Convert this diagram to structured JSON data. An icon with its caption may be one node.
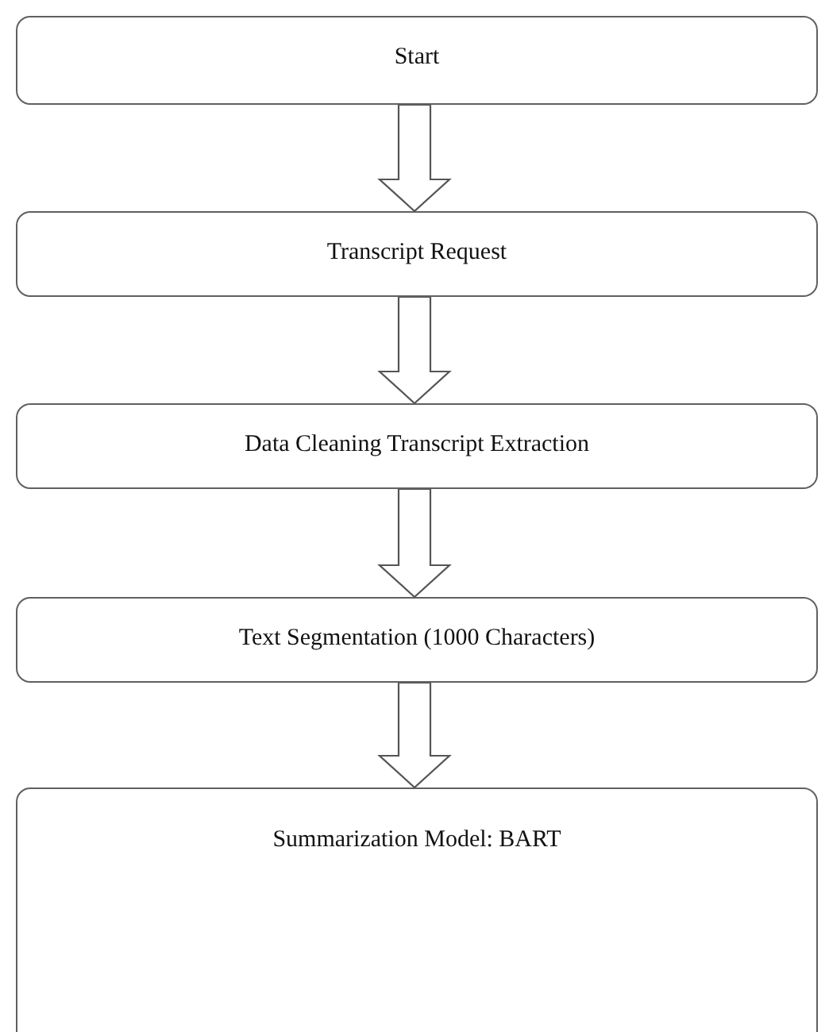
{
  "diagram": {
    "nodes": [
      {
        "text": [
          "Start"
        ]
      },
      {
        "text": [
          "Transcript Request"
        ]
      },
      {
        "text": [
          "Data Cleaning Transcript Extraction"
        ]
      },
      {
        "text": [
          "Text Segmentation (1000 Characters)"
        ]
      },
      {
        "text": [
          "Summarization Model: BART"
        ]
      }
    ],
    "edges": [
      {
        "from": 0,
        "to": 1,
        "arrow": "to"
      },
      {
        "from": 1,
        "to": 2,
        "arrow": "to"
      },
      {
        "from": 2,
        "to": 3,
        "arrow": "to"
      },
      {
        "from": 3,
        "to": 4,
        "arrow": "to"
      }
    ]
  }
}
